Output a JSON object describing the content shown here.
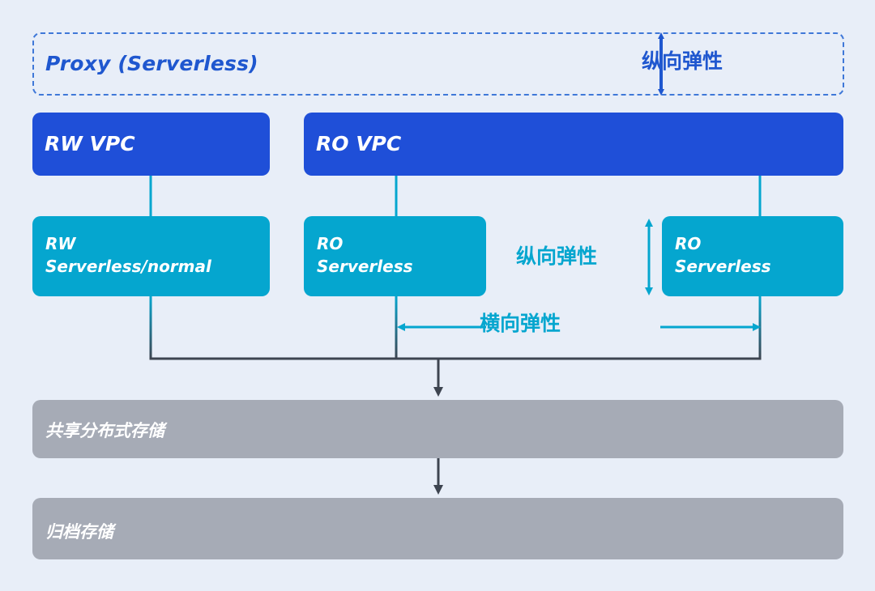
{
  "proxy": {
    "label": "Proxy (Serverless)",
    "vertical_elastic": "纵向弹性"
  },
  "rw_vpc": {
    "label": "RW VPC"
  },
  "ro_vpc": {
    "label": "RO VPC"
  },
  "rw_node": {
    "line1": "RW",
    "line2": "Serverless/normal"
  },
  "ro_node_1": {
    "line1": "RO",
    "line2": "Serverless"
  },
  "ro_node_2": {
    "line1": "RO",
    "line2": "Serverless"
  },
  "ro_vertical_elastic": "纵向弹性",
  "horizontal_elastic": "横向弹性",
  "shared_storage": "共享分布式存储",
  "archive_storage": "归档存储",
  "colors": {
    "proxy": "#1f57cf",
    "vpc": "#1f4fd8",
    "node": "#05a6cf",
    "storage": "#a6abb6",
    "background": "#e8eef8",
    "connector": "#3d4450"
  }
}
